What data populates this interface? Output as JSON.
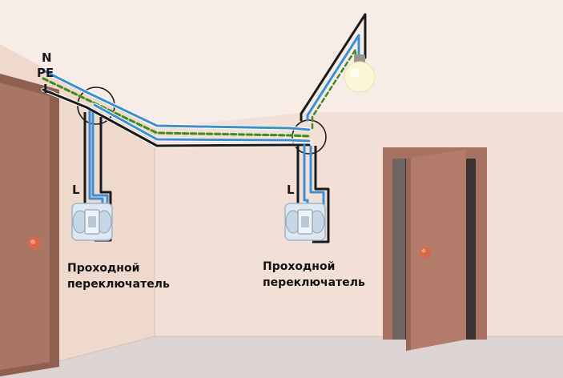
{
  "wire_labels": {
    "n": "N",
    "pe": "PE",
    "l": "L",
    "switch_left_l": "L",
    "switch_right_l": "L"
  },
  "switches": [
    {
      "line1": "Проходной",
      "line2": "переключатель"
    },
    {
      "line1": "Проходной",
      "line2": "переключатель"
    }
  ],
  "colors": {
    "wall": "#f0ddd2",
    "wall_dark": "#e6cfc2",
    "ceiling": "#f7ece6",
    "floor": "#ddd5d2",
    "door": "#a77260",
    "door_dark": "#8d5c4c",
    "knob": "#e07050",
    "wire_neutral": "#3a8fd6",
    "wire_line": "#1a1a1a",
    "wire_pe": "#3c8a2a",
    "wire_pe_stripe": "#f2d84a",
    "bulb": "#fbf6d6"
  }
}
